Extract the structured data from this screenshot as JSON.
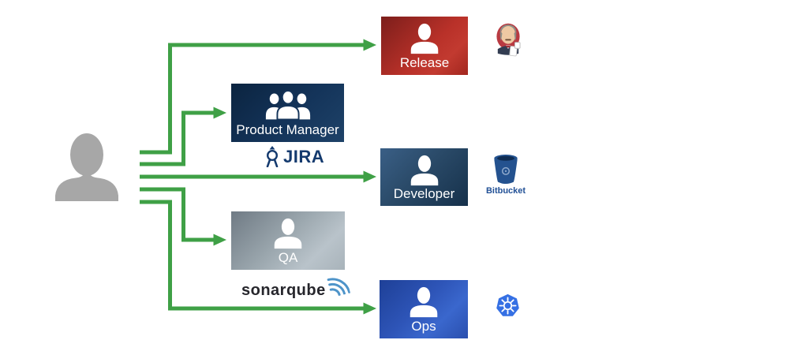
{
  "background": "#ffffff",
  "arrow_color": "#3fa046",
  "actor": {
    "icon": "person-silhouette-icon",
    "color": "#a7a7a7"
  },
  "roles": [
    {
      "label": "Release",
      "icon": "person-icon",
      "colors": [
        "#7c1e1b",
        "#c23a30"
      ]
    },
    {
      "label": "Product Manager",
      "icon": "team-icon",
      "colors": [
        "#0b2440",
        "#1e4268"
      ]
    },
    {
      "label": "Developer",
      "icon": "person-icon",
      "colors": [
        "#16314b",
        "#3a5f86"
      ]
    },
    {
      "label": "QA",
      "icon": "person-icon",
      "colors": [
        "#6f7a84",
        "#b9c3ca"
      ]
    },
    {
      "label": "Ops",
      "icon": "person-icon",
      "colors": [
        "#1e4097",
        "#3a67cd"
      ]
    }
  ],
  "tools": [
    {
      "name": "jenkins",
      "icon": "jenkins-butler-icon"
    },
    {
      "name": "jira",
      "icon": "jira-mark-icon",
      "label": "JIRA",
      "color": "#143a6e"
    },
    {
      "name": "bitbucket",
      "icon": "bitbucket-bucket-icon",
      "label": "Bitbucket",
      "color": "#215096"
    },
    {
      "name": "sonarqube",
      "icon": "sonarqube-waves-icon",
      "label": "sonarqube",
      "color": "#26262c",
      "wave_color": "#4e94c9"
    },
    {
      "name": "kubernetes",
      "icon": "kubernetes-helm-icon",
      "color": "#3570e4"
    }
  ],
  "connections": [
    {
      "from": "user",
      "to": "Release"
    },
    {
      "from": "user",
      "to": "Product Manager"
    },
    {
      "from": "user",
      "to": "Developer"
    },
    {
      "from": "user",
      "to": "QA"
    },
    {
      "from": "user",
      "to": "Ops"
    }
  ]
}
